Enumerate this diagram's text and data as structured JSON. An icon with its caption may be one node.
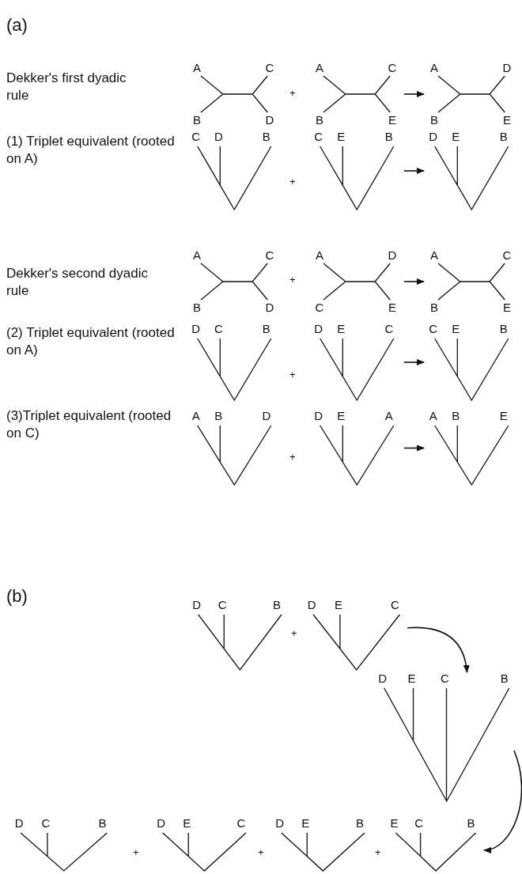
{
  "diagram": {
    "nodes": [
      {
        "text": [
          "A",
          "C",
          "B",
          "D"
        ]
      },
      {
        "text": [
          "A",
          "C",
          "B",
          "E"
        ]
      },
      {
        "text": [
          "A",
          "D",
          "B",
          "E"
        ]
      },
      {
        "text": [
          "C",
          "D",
          "B"
        ]
      },
      {
        "text": [
          "C",
          "E",
          "B"
        ]
      },
      {
        "text": [
          "D",
          "E",
          "B"
        ]
      },
      {
        "text": [
          "A",
          "C",
          "B",
          "D"
        ]
      },
      {
        "text": [
          "A",
          "D",
          "C",
          "E"
        ]
      },
      {
        "text": [
          "A",
          "C",
          "B",
          "E"
        ]
      },
      {
        "text": [
          "D",
          "C",
          "B"
        ]
      },
      {
        "text": [
          "D",
          "E",
          "C"
        ]
      },
      {
        "text": [
          "C",
          "E",
          "B"
        ]
      },
      {
        "text": [
          "A",
          "B",
          "D"
        ]
      },
      {
        "text": [
          "D",
          "E",
          "A"
        ]
      },
      {
        "text": [
          "A",
          "B",
          "E"
        ]
      },
      {
        "text": [
          "D",
          "C",
          "B"
        ]
      },
      {
        "text": [
          "D",
          "E",
          "C"
        ]
      },
      {
        "text": [
          "D",
          "E",
          "C",
          "B"
        ]
      },
      {
        "text": [
          "D",
          "C",
          "B"
        ]
      },
      {
        "text": [
          "D",
          "E",
          "C"
        ]
      },
      {
        "text": [
          "D",
          "E",
          "B"
        ]
      },
      {
        "text": [
          "E",
          "C",
          "B"
        ]
      }
    ],
    "edges": [
      {
        "from": 1,
        "to": 2,
        "arrow": "to"
      },
      {
        "from": 4,
        "to": 5,
        "arrow": "to"
      },
      {
        "from": 7,
        "to": 8,
        "arrow": "to"
      },
      {
        "from": 10,
        "to": 11,
        "arrow": "to"
      },
      {
        "from": 13,
        "to": 14,
        "arrow": "to"
      },
      {
        "from": 16,
        "to": 17,
        "arrow": "to"
      },
      {
        "from": 17,
        "to": 21,
        "arrow": "to"
      }
    ],
    "labels": [
      "(a)",
      "Dekker's first dyadic rule",
      "+",
      "(1) Triplet equivalent (rooted on A)",
      "+",
      "Dekker's second dyadic rule",
      "+",
      "(2) Triplet equivalent (rooted on A)",
      "+",
      "(3)Triplet equivalent (rooted on C)",
      "+",
      "(b)",
      "+",
      "+",
      "+",
      "+"
    ]
  }
}
